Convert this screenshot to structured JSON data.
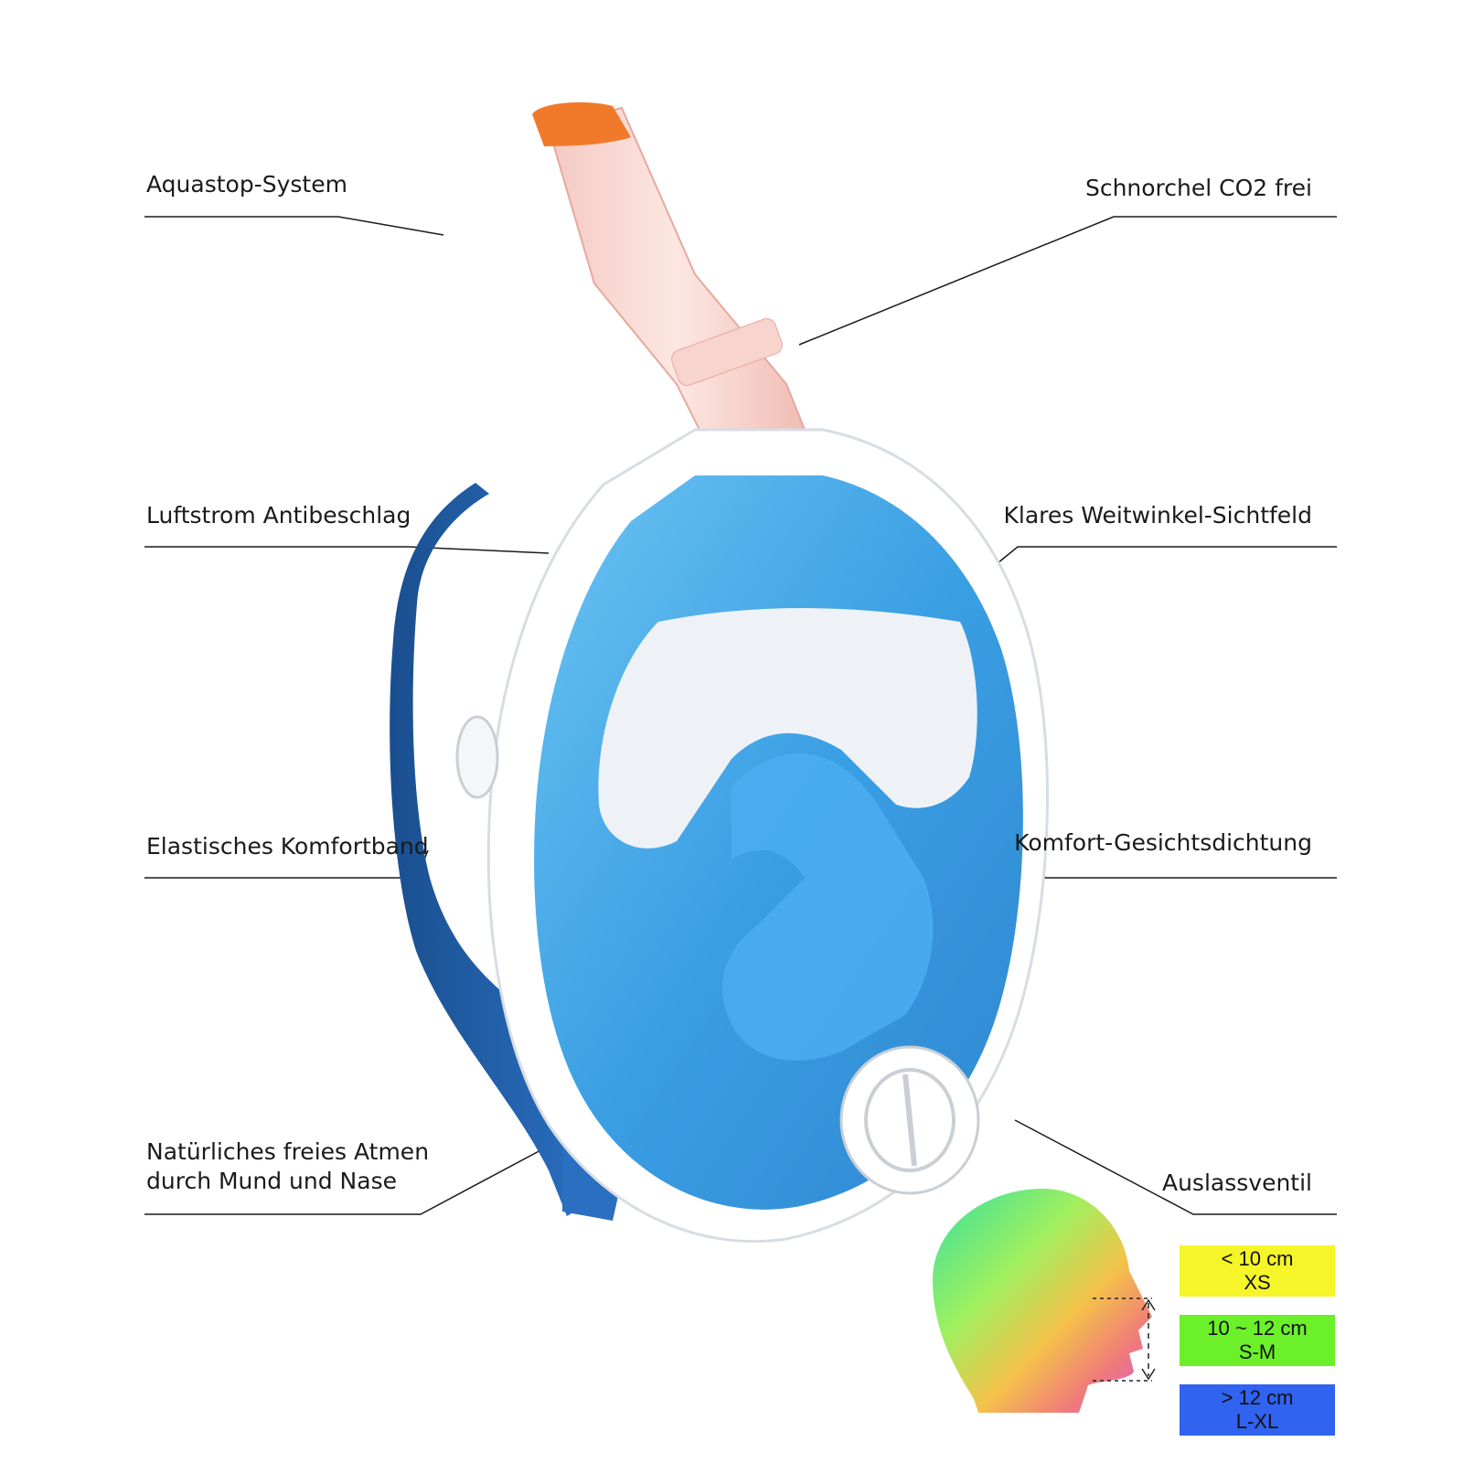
{
  "callouts": {
    "aquastop": "Aquastop-System",
    "snorkel": "Schnorchel CO2 frei",
    "antifog": "Luftstrom Antibeschlag",
    "view": "Klares Weitwinkel-Sichtfeld",
    "strap": "Elastisches Komfortband",
    "seal": "Komfort-Gesichtsdichtung",
    "breathing_line1": "Natürliches freies Atmen",
    "breathing_line2": "durch Mund und Nase",
    "valve": "Auslassventil"
  },
  "size_chart": [
    {
      "measure": "< 10 cm",
      "size": "XS",
      "color": "#f5f52a"
    },
    {
      "measure": "10 ~ 12 cm",
      "size": "S-M",
      "color": "#6cf02a"
    },
    {
      "measure": "> 12 cm",
      "size": "L-XL",
      "color": "#2f63f0"
    }
  ],
  "colors": {
    "strap": "#1f5fa8",
    "lens": "#3fa6e6",
    "frame": "#ffffff",
    "snorkel_tip": "#f07a2a"
  }
}
